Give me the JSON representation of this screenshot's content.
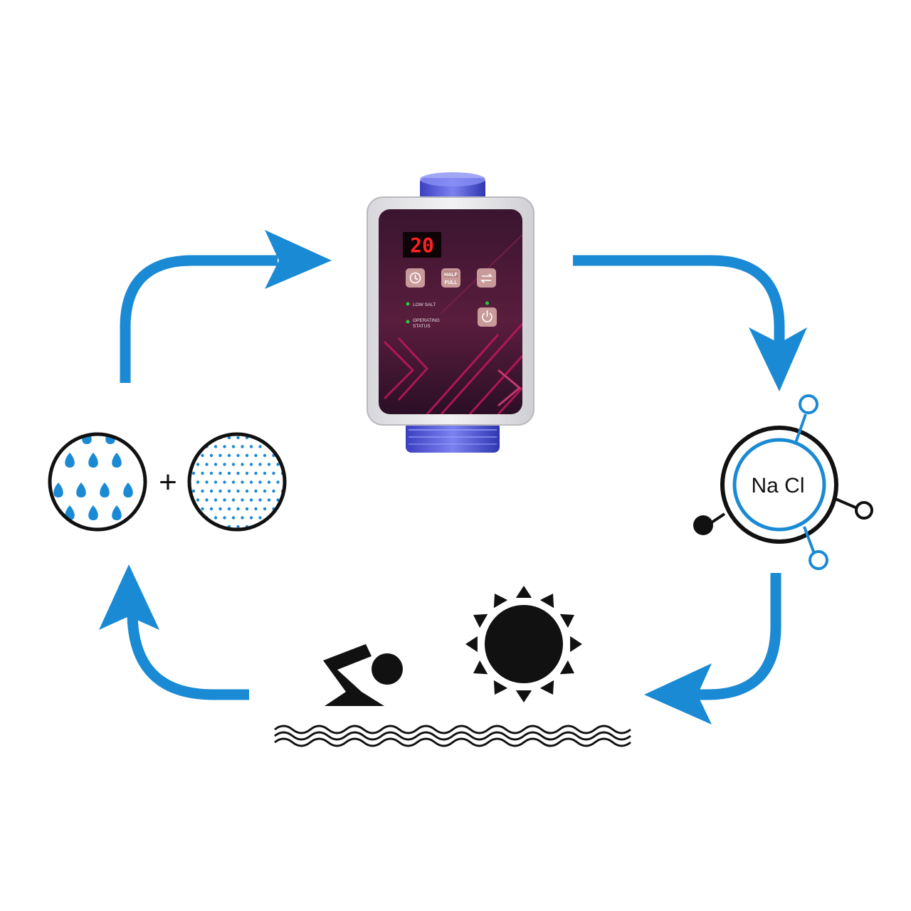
{
  "device": {
    "display_value": "20",
    "buttons": {
      "timer_icon": "clock-icon",
      "half_label": "HALF",
      "full_label": "FULL",
      "cycle_icon": "refresh-icon",
      "power_icon": "power-icon"
    },
    "indicators": {
      "low_salt": "LOW SALT",
      "operating_line1": "OPERATING",
      "operating_line2": "STATUS"
    }
  },
  "molecule": {
    "label": "Na Cl"
  },
  "inputs": {
    "plus_sign": "+",
    "water_icon": "water-drops-icon",
    "salt_icon": "salt-particles-icon"
  },
  "pool": {
    "swimmer_icon": "swimmer-icon",
    "sun_icon": "sun-icon",
    "waves_icon": "waves-icon"
  },
  "colors": {
    "arrow": "#1a8ad4",
    "ink": "#111111",
    "panel_dark": "#2a0f26",
    "panel_accent": "#c2185b",
    "display_red": "#ff2020",
    "led_green": "#27c93f",
    "connector_blue": "#4b52d6"
  }
}
